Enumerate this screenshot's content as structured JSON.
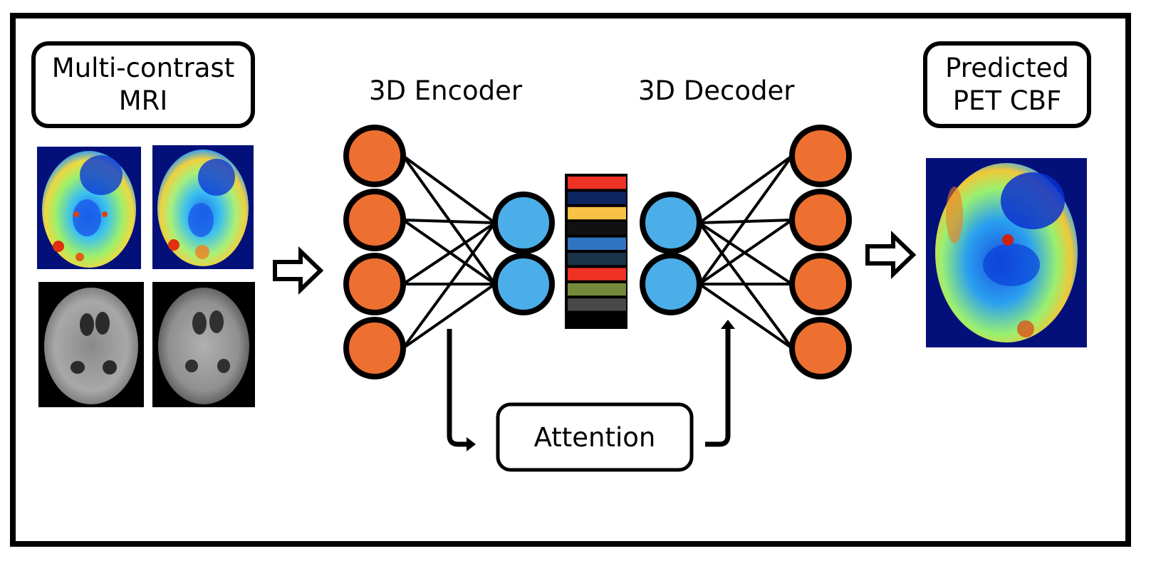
{
  "figure": {
    "input_label": "Multi-contrast\nMRI",
    "output_label": "Predicted\nPET CBF",
    "encoder_title": "3D Encoder",
    "decoder_title": "3D Decoder",
    "attention_label": "Attention"
  },
  "inputs": [
    {
      "name": "asl-cbf-map-1",
      "colormap": "jet"
    },
    {
      "name": "asl-cbf-map-2",
      "colormap": "jet"
    },
    {
      "name": "t2-flair-image",
      "colormap": "gray"
    },
    {
      "name": "t1-image",
      "colormap": "gray"
    }
  ],
  "output": {
    "name": "predicted-pet-cbf-map",
    "colormap": "jet"
  },
  "network": {
    "encoder_input_nodes": 4,
    "encoder_output_nodes": 2,
    "decoder_input_nodes": 2,
    "decoder_output_nodes": 4,
    "outer_node_color": "#ED7030",
    "inner_node_color": "#4BAEE8",
    "latent_colors": [
      "#EE3224",
      "#0D2560",
      "#F7C245",
      "#111111",
      "#2F74C0",
      "#1A3348",
      "#EE3224",
      "#748A3A",
      "#484848",
      "#000000"
    ]
  }
}
